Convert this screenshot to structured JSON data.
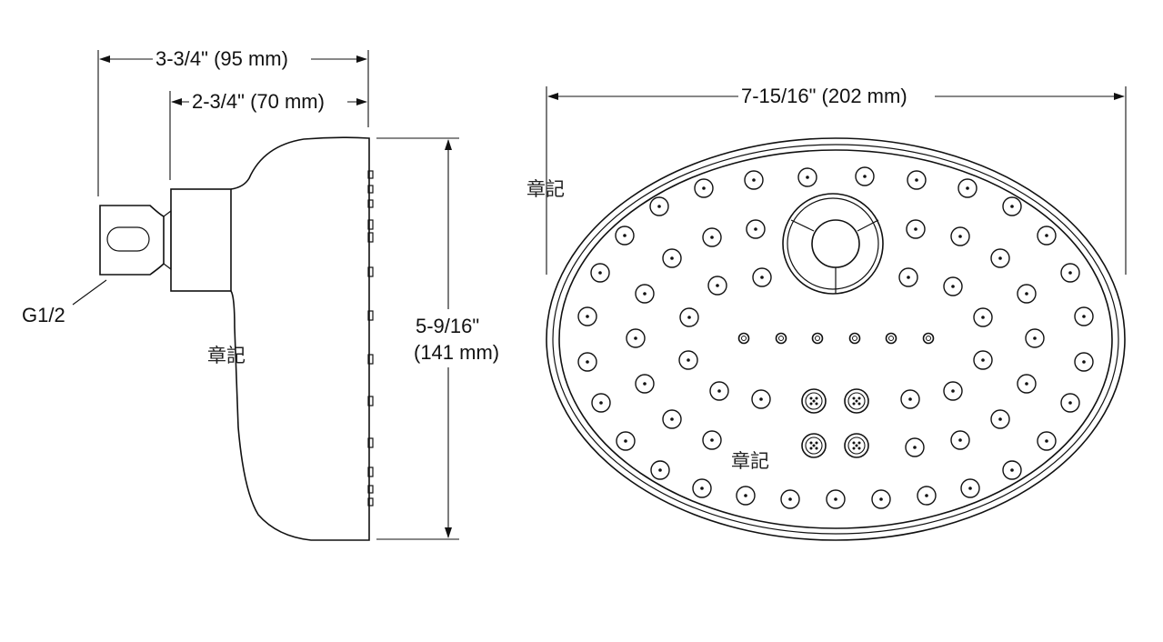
{
  "side_view": {
    "overall_depth": "3-3/4\" (95 mm)",
    "body_depth": "2-3/4\" (70 mm)",
    "height_line1": "5-9/16\"",
    "height_line2": "(141 mm)",
    "connection": "G1/2"
  },
  "front_view": {
    "width": "7-15/16\" (202 mm)"
  },
  "watermark": "章記"
}
